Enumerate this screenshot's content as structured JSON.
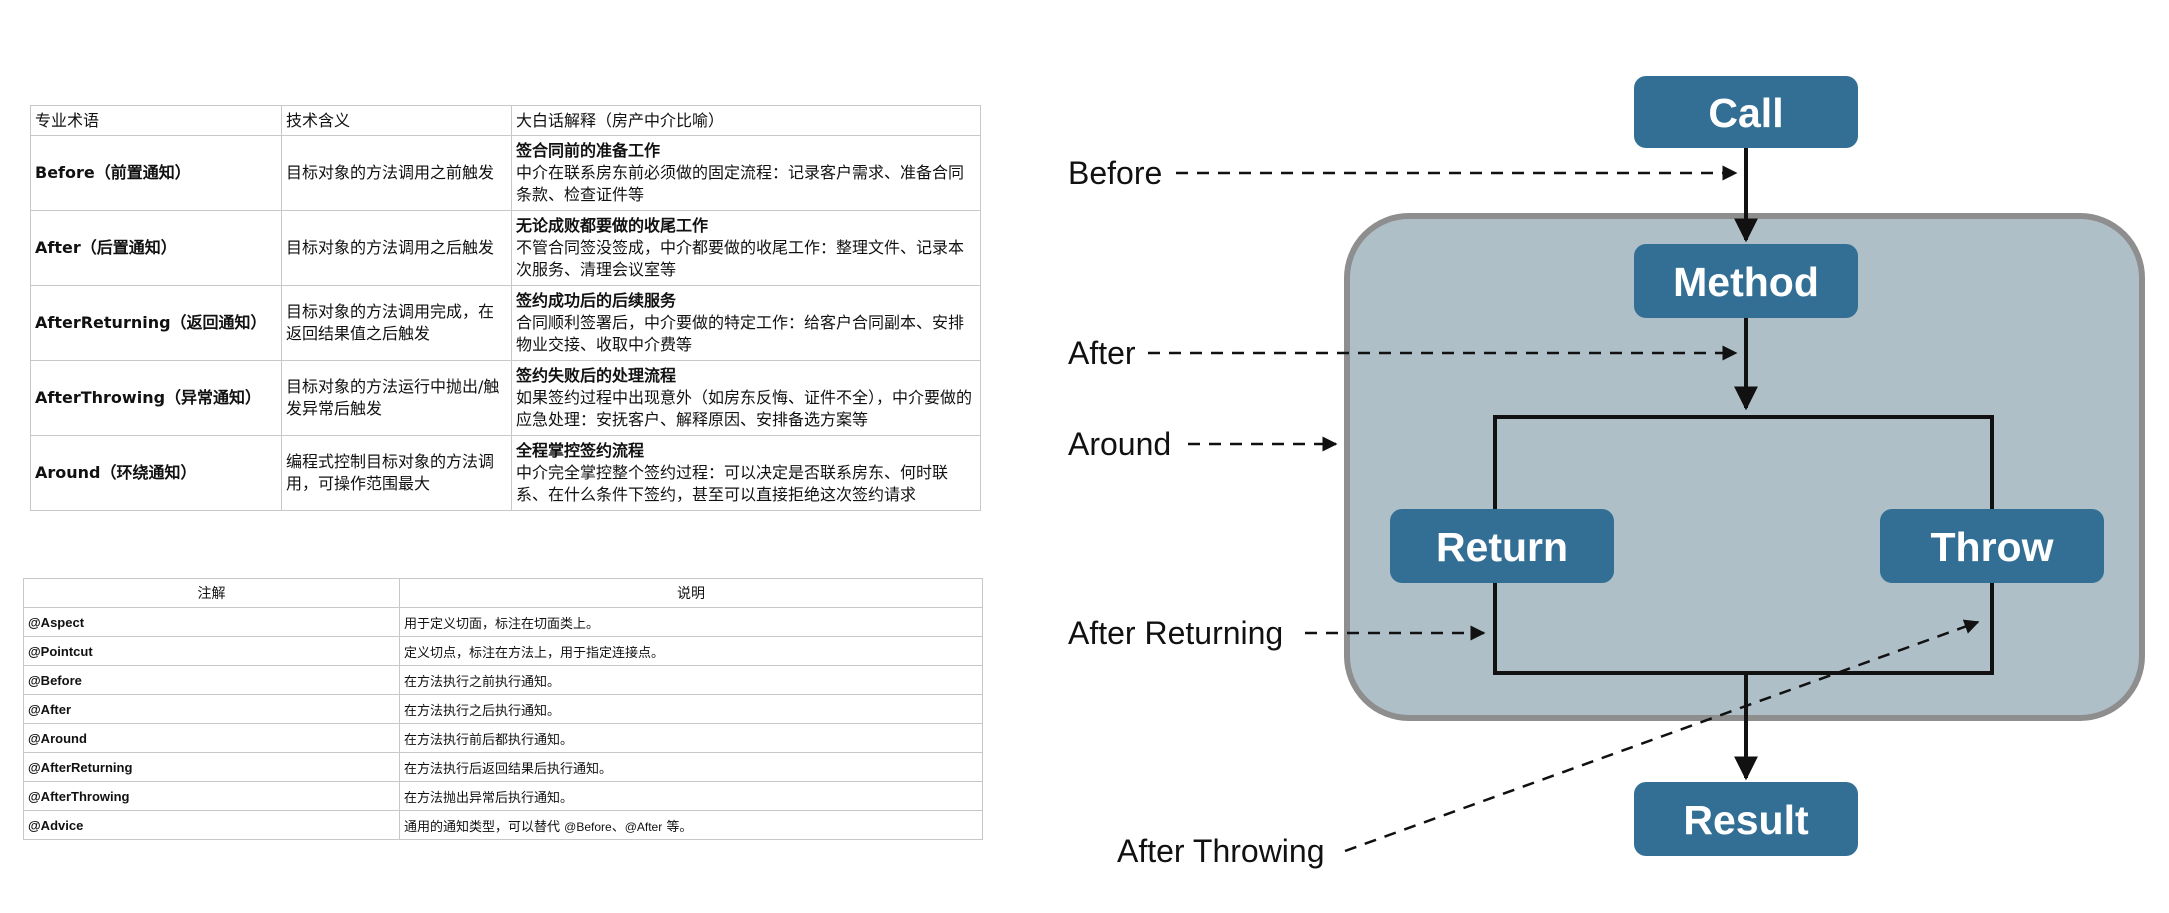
{
  "advice_table": {
    "headers": [
      "专业术语",
      "技术含义",
      "大白话解释（房产中介比喻）"
    ],
    "rows": [
      {
        "term": "Before（前置通知）",
        "meaning": "目标对象的方法调用之前触发",
        "explain_title": "签合同前的准备工作",
        "explain_body": "中介在联系房东前必须做的固定流程：记录客户需求、准备合同条款、检查证件等"
      },
      {
        "term": "After（后置通知）",
        "meaning": "目标对象的方法调用之后触发",
        "explain_title": "无论成败都要做的收尾工作",
        "explain_body": "不管合同签没签成，中介都要做的收尾工作：整理文件、记录本次服务、清理会议室等"
      },
      {
        "term": "AfterReturning（返回通知）",
        "meaning": "目标对象的方法调用完成，在返回结果值之后触发",
        "explain_title": "签约成功后的后续服务",
        "explain_body": "合同顺利签署后，中介要做的特定工作：给客户合同副本、安排物业交接、收取中介费等"
      },
      {
        "term": "AfterThrowing（异常通知）",
        "meaning": "目标对象的方法运行中抛出/触发异常后触发",
        "explain_title": "签约失败后的处理流程",
        "explain_body": "如果签约过程中出现意外（如房东反悔、证件不全），中介要做的应急处理：安抚客户、解释原因、安排备选方案等"
      },
      {
        "term": "Around（环绕通知）",
        "meaning": "编程式控制目标对象的方法调用，可操作范围最大",
        "explain_title": "全程掌控签约流程",
        "explain_body": "中介完全掌控整个签约过程：可以决定是否联系房东、何时联系、在什么条件下签约，甚至可以直接拒绝这次签约请求"
      }
    ]
  },
  "annotation_table": {
    "headers": [
      "注解",
      "说明"
    ],
    "rows": [
      {
        "name": "@Aspect",
        "desc": "用于定义切面，标注在切面类上。"
      },
      {
        "name": "@Pointcut",
        "desc": "定义切点，标注在方法上，用于指定连接点。"
      },
      {
        "name": "@Before",
        "desc": "在方法执行之前执行通知。"
      },
      {
        "name": "@After",
        "desc": "在方法执行之后执行通知。"
      },
      {
        "name": "@Around",
        "desc": "在方法执行前后都执行通知。"
      },
      {
        "name": "@AfterReturning",
        "desc": "在方法执行后返回结果后执行通知。"
      },
      {
        "name": "@AfterThrowing",
        "desc": "在方法抛出异常后执行通知。"
      },
      {
        "name": "@Advice",
        "desc_prefix": "通用的通知类型，可以替代 ",
        "desc_code1": "@Before",
        "desc_sep": "、",
        "desc_code2": "@After",
        "desc_suffix": " 等。"
      }
    ]
  },
  "diagram": {
    "nodes": {
      "call": "Call",
      "method": "Method",
      "return": "Return",
      "throw": "Throw",
      "result": "Result"
    },
    "labels": {
      "before": "Before",
      "after": "After",
      "around": "Around",
      "after_returning": "After Returning",
      "after_throwing": "After Throwing"
    },
    "colors": {
      "node_fill": "#336f95",
      "container_fill": "#aebfc8",
      "container_stroke": "#8e8e8e",
      "line": "#111111"
    }
  }
}
